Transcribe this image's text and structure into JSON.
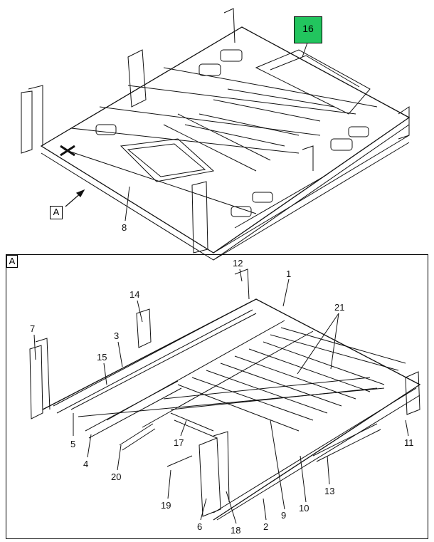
{
  "top_view": {
    "view_ref": "A",
    "callouts": [
      {
        "id": "c16",
        "text": "16",
        "highlight": true
      },
      {
        "id": "c8",
        "text": "8"
      }
    ]
  },
  "detail_view": {
    "label": "A",
    "callouts": [
      {
        "text": "12"
      },
      {
        "text": "1"
      },
      {
        "text": "14"
      },
      {
        "text": "21"
      },
      {
        "text": "7"
      },
      {
        "text": "3"
      },
      {
        "text": "15"
      },
      {
        "text": "5"
      },
      {
        "text": "4"
      },
      {
        "text": "20"
      },
      {
        "text": "17"
      },
      {
        "text": "11"
      },
      {
        "text": "13"
      },
      {
        "text": "10"
      },
      {
        "text": "9"
      },
      {
        "text": "19"
      },
      {
        "text": "6"
      },
      {
        "text": "18"
      },
      {
        "text": "2"
      }
    ]
  },
  "colors": {
    "highlight": "#22c55e",
    "line": "#111111"
  }
}
